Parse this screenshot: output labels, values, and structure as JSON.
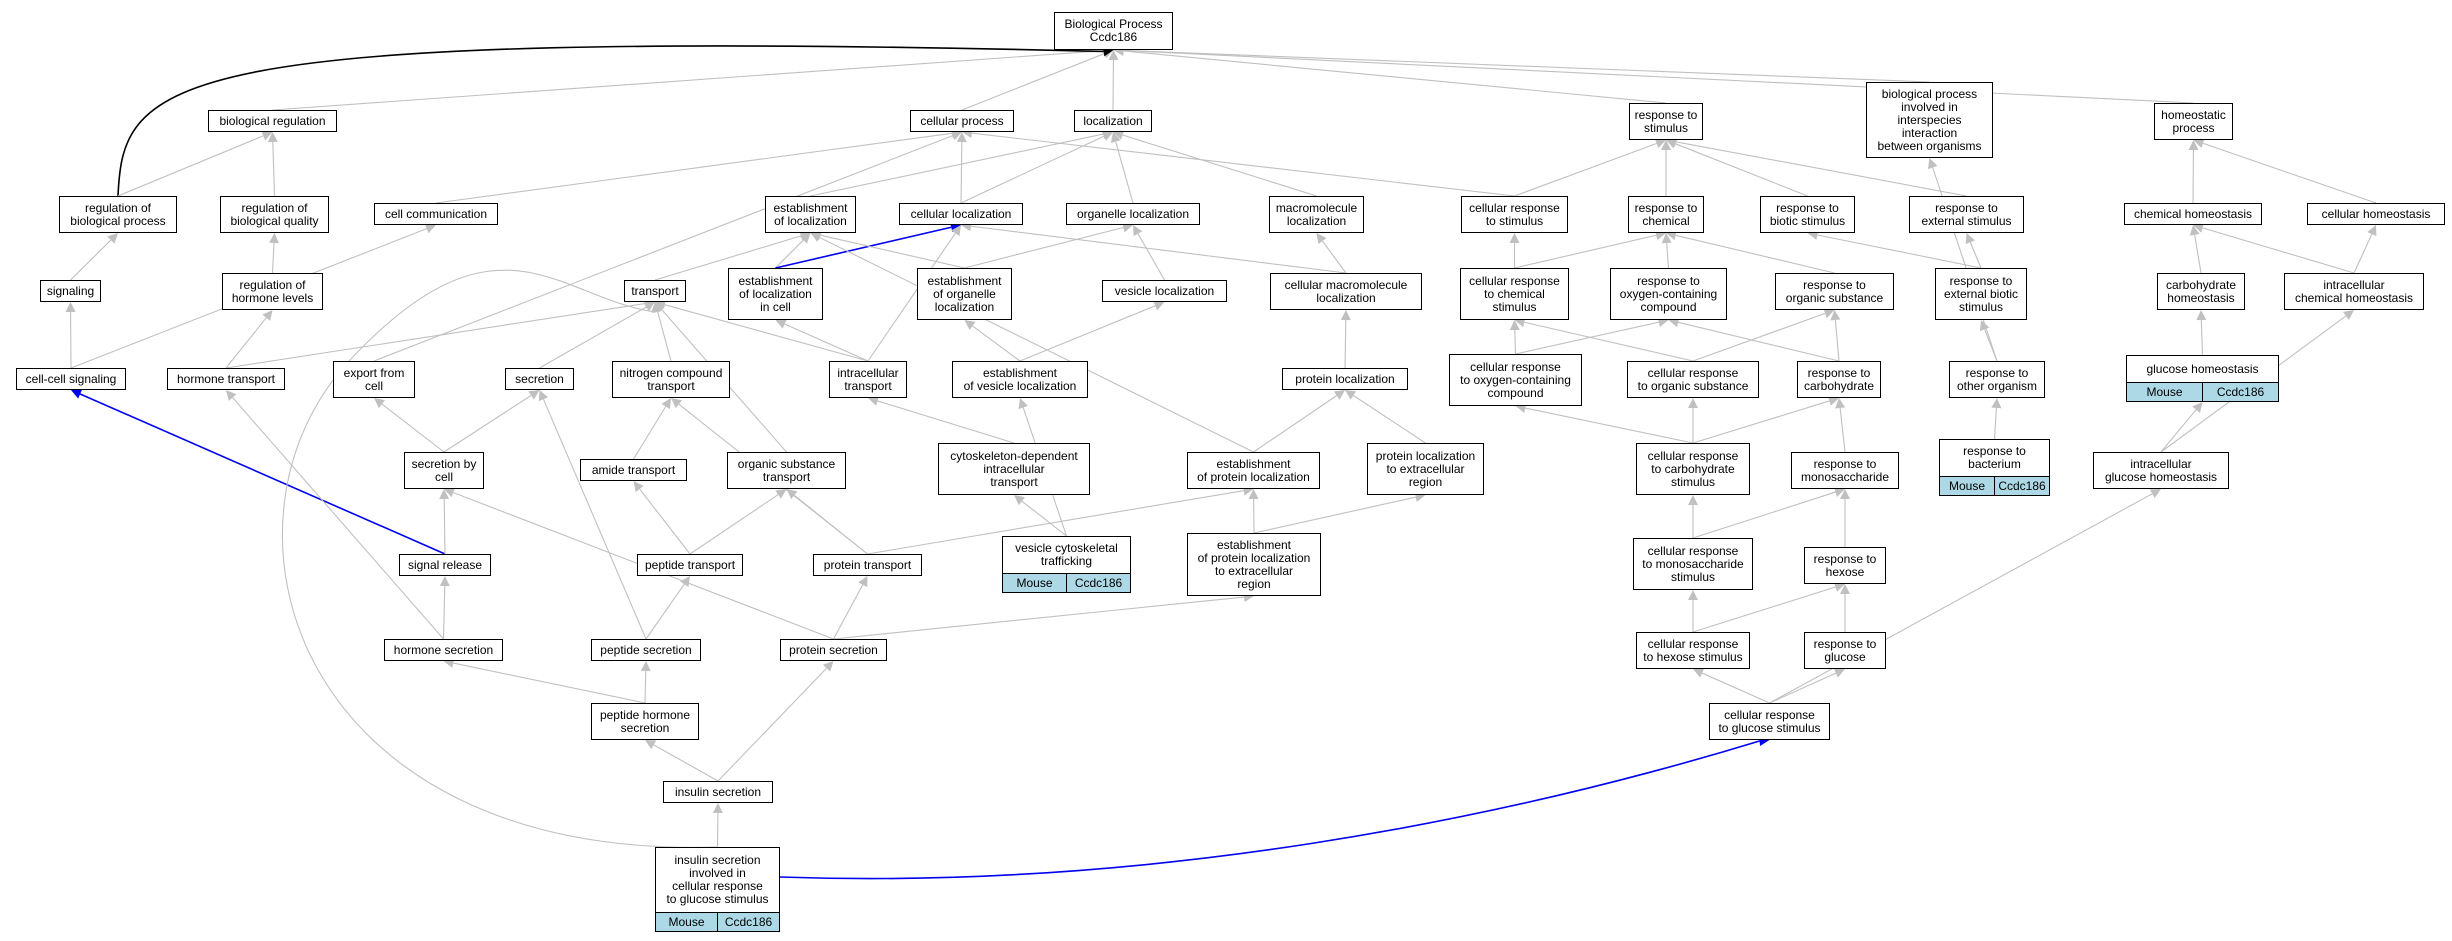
{
  "graph": {
    "colors": {
      "default_edge": "#c0c0c0",
      "black_edge": "#000000",
      "blue_edge": "#0000ee",
      "tag_fill": "#add8e6"
    },
    "nodes": [
      {
        "id": "bp",
        "label": "Biological Process\nCcdc186"
      },
      {
        "id": "bioreg",
        "label": "biological regulation"
      },
      {
        "id": "cellproc",
        "label": "cellular process"
      },
      {
        "id": "loc",
        "label": "localization"
      },
      {
        "id": "respstim",
        "label": "response to\nstimulus"
      },
      {
        "id": "bpinter",
        "label": "biological process\ninvolved in\ninterspecies\ninteraction\nbetween organisms"
      },
      {
        "id": "homeo",
        "label": "homeostatic\nprocess"
      },
      {
        "id": "regbp",
        "label": "regulation of\nbiological process"
      },
      {
        "id": "regbq",
        "label": "regulation of\nbiological quality"
      },
      {
        "id": "cellcomm",
        "label": "cell communication"
      },
      {
        "id": "estloc",
        "label": "establishment\nof localization"
      },
      {
        "id": "cellloc",
        "label": "cellular localization"
      },
      {
        "id": "orgloc",
        "label": "organelle localization"
      },
      {
        "id": "macroloc",
        "label": "macromolecule\nlocalization"
      },
      {
        "id": "cellrespstim",
        "label": "cellular response\nto stimulus"
      },
      {
        "id": "respchem",
        "label": "response to\nchemical"
      },
      {
        "id": "respbiotic",
        "label": "response to\nbiotic stimulus"
      },
      {
        "id": "respext",
        "label": "response to\nexternal stimulus"
      },
      {
        "id": "chemhomeo",
        "label": "chemical homeostasis"
      },
      {
        "id": "cellhomeo",
        "label": "cellular homeostasis"
      },
      {
        "id": "signaling",
        "label": "signaling"
      },
      {
        "id": "reghorm",
        "label": "regulation of\nhormone levels"
      },
      {
        "id": "transport",
        "label": "transport"
      },
      {
        "id": "estlocincell",
        "label": "establishment\nof localization\nin cell"
      },
      {
        "id": "estorgloc",
        "label": "establishment\nof organelle\nlocalization"
      },
      {
        "id": "vesloc",
        "label": "vesicle localization"
      },
      {
        "id": "cellmacroloc",
        "label": "cellular macromolecule\nlocalization"
      },
      {
        "id": "cellrespchem",
        "label": "cellular response\nto chemical\nstimulus"
      },
      {
        "id": "respoxy",
        "label": "response to\noxygen-containing\ncompound"
      },
      {
        "id": "resporg",
        "label": "response to\norganic substance"
      },
      {
        "id": "respextbiotic",
        "label": "response to\nexternal biotic\nstimulus"
      },
      {
        "id": "carbhomeo",
        "label": "carbohydrate\nhomeostasis"
      },
      {
        "id": "intrachem",
        "label": "intracellular\nchemical homeostasis"
      },
      {
        "id": "cellcellsig",
        "label": "cell-cell signaling"
      },
      {
        "id": "hormtrans",
        "label": "hormone transport"
      },
      {
        "id": "exportcell",
        "label": "export from\ncell"
      },
      {
        "id": "secretion",
        "label": "secretion"
      },
      {
        "id": "nitrogen",
        "label": "nitrogen compound\ntransport"
      },
      {
        "id": "intratrans",
        "label": "intracellular\ntransport"
      },
      {
        "id": "estvesloc",
        "label": "establishment\nof vesicle localization"
      },
      {
        "id": "protloc",
        "label": "protein localization"
      },
      {
        "id": "cellrespoxy",
        "label": "cellular response\nto oxygen-containing\ncompound"
      },
      {
        "id": "cellresporg",
        "label": "cellular response\nto organic substance"
      },
      {
        "id": "respcarb",
        "label": "response to\ncarbohydrate"
      },
      {
        "id": "respother",
        "label": "response to\nother organism"
      },
      {
        "id": "glucosehomeo",
        "label": "glucose homeostasis",
        "tag": [
          "Mouse",
          "Ccdc186"
        ]
      },
      {
        "id": "secbycell",
        "label": "secretion by\ncell"
      },
      {
        "id": "amide",
        "label": "amide transport"
      },
      {
        "id": "orgsubtrans",
        "label": "organic substance\ntransport"
      },
      {
        "id": "cytotrans",
        "label": "cytoskeleton-dependent\nintracellular\ntransport"
      },
      {
        "id": "estprotloc",
        "label": "establishment\nof protein localization"
      },
      {
        "id": "protlocext",
        "label": "protein localization\nto extracellular\nregion"
      },
      {
        "id": "cellrespcarb",
        "label": "cellular response\nto carbohydrate\nstimulus"
      },
      {
        "id": "respmono",
        "label": "response to\nmonosaccharide"
      },
      {
        "id": "respbact",
        "label": "response to\nbacterium",
        "tag": [
          "Mouse",
          "Ccdc186"
        ]
      },
      {
        "id": "intraglucose",
        "label": "intracellular\nglucose homeostasis"
      },
      {
        "id": "sigrelease",
        "label": "signal release"
      },
      {
        "id": "peptrans",
        "label": "peptide transport"
      },
      {
        "id": "prottrans",
        "label": "protein transport"
      },
      {
        "id": "vescyto",
        "label": "vesicle cytoskeletal\ntrafficking",
        "tag": [
          "Mouse",
          "Ccdc186"
        ]
      },
      {
        "id": "estprotlocext",
        "label": "establishment\nof protein localization\nto extracellular\nregion"
      },
      {
        "id": "cellrespmono",
        "label": "cellular response\nto monosaccharide\nstimulus"
      },
      {
        "id": "resphex",
        "label": "response to\nhexose"
      },
      {
        "id": "hormsec",
        "label": "hormone secretion"
      },
      {
        "id": "pepsec",
        "label": "peptide secretion"
      },
      {
        "id": "protsec",
        "label": "protein secretion"
      },
      {
        "id": "cellresphex",
        "label": "cellular response\nto hexose stimulus"
      },
      {
        "id": "respglu",
        "label": "response to\nglucose"
      },
      {
        "id": "pephormsec",
        "label": "peptide hormone\nsecretion"
      },
      {
        "id": "cellrespglu",
        "label": "cellular response\nto glucose stimulus"
      },
      {
        "id": "inssec",
        "label": "insulin secretion"
      },
      {
        "id": "inssecglu",
        "label": "insulin secretion\ninvolved in\ncellular response\nto glucose stimulus",
        "tag": [
          "Mouse",
          "Ccdc186"
        ]
      }
    ],
    "edges": [
      {
        "from": "bioreg",
        "to": "bp"
      },
      {
        "from": "cellproc",
        "to": "bp"
      },
      {
        "from": "loc",
        "to": "bp"
      },
      {
        "from": "respstim",
        "to": "bp"
      },
      {
        "from": "bpinter",
        "to": "bp"
      },
      {
        "from": "homeo",
        "to": "bp"
      },
      {
        "from": "regbp",
        "to": "bp",
        "color": "black"
      },
      {
        "from": "regbp",
        "to": "bioreg"
      },
      {
        "from": "regbq",
        "to": "bioreg"
      },
      {
        "from": "cellcomm",
        "to": "cellproc"
      },
      {
        "from": "estloc",
        "to": "loc"
      },
      {
        "from": "cellloc",
        "to": "cellproc"
      },
      {
        "from": "cellloc",
        "to": "loc"
      },
      {
        "from": "orgloc",
        "to": "loc"
      },
      {
        "from": "macroloc",
        "to": "loc"
      },
      {
        "from": "cellrespstim",
        "to": "cellproc"
      },
      {
        "from": "cellrespstim",
        "to": "respstim"
      },
      {
        "from": "respchem",
        "to": "respstim"
      },
      {
        "from": "respbiotic",
        "to": "respstim"
      },
      {
        "from": "respext",
        "to": "respstim"
      },
      {
        "from": "chemhomeo",
        "to": "homeo"
      },
      {
        "from": "cellhomeo",
        "to": "homeo"
      },
      {
        "from": "signaling",
        "to": "regbp"
      },
      {
        "from": "reghorm",
        "to": "regbq"
      },
      {
        "from": "transport",
        "to": "estloc"
      },
      {
        "from": "estlocincell",
        "to": "estloc"
      },
      {
        "from": "estlocincell",
        "to": "cellloc",
        "color": "blue"
      },
      {
        "from": "estorgloc",
        "to": "estloc"
      },
      {
        "from": "estorgloc",
        "to": "orgloc"
      },
      {
        "from": "vesloc",
        "to": "orgloc"
      },
      {
        "from": "cellmacroloc",
        "to": "cellloc"
      },
      {
        "from": "cellmacroloc",
        "to": "macroloc"
      },
      {
        "from": "cellrespchem",
        "to": "cellrespstim"
      },
      {
        "from": "cellrespchem",
        "to": "respchem"
      },
      {
        "from": "respoxy",
        "to": "respchem"
      },
      {
        "from": "resporg",
        "to": "respchem"
      },
      {
        "from": "respextbiotic",
        "to": "respbiotic"
      },
      {
        "from": "respextbiotic",
        "to": "respext"
      },
      {
        "from": "carbhomeo",
        "to": "chemhomeo"
      },
      {
        "from": "intrachem",
        "to": "chemhomeo"
      },
      {
        "from": "intrachem",
        "to": "cellhomeo"
      },
      {
        "from": "cellcellsig",
        "to": "signaling"
      },
      {
        "from": "cellcellsig",
        "to": "cellcomm"
      },
      {
        "from": "hormtrans",
        "to": "reghorm"
      },
      {
        "from": "hormtrans",
        "to": "transport"
      },
      {
        "from": "exportcell",
        "to": "cellproc"
      },
      {
        "from": "secretion",
        "to": "transport"
      },
      {
        "from": "nitrogen",
        "to": "transport"
      },
      {
        "from": "intratrans",
        "to": "transport"
      },
      {
        "from": "intratrans",
        "to": "estlocincell"
      },
      {
        "from": "intratrans",
        "to": "cellloc"
      },
      {
        "from": "estvesloc",
        "to": "estorgloc"
      },
      {
        "from": "estvesloc",
        "to": "vesloc"
      },
      {
        "from": "protloc",
        "to": "cellmacroloc"
      },
      {
        "from": "cellrespoxy",
        "to": "cellrespchem"
      },
      {
        "from": "cellrespoxy",
        "to": "respoxy"
      },
      {
        "from": "cellresporg",
        "to": "cellrespchem"
      },
      {
        "from": "cellresporg",
        "to": "resporg"
      },
      {
        "from": "respcarb",
        "to": "respoxy"
      },
      {
        "from": "respcarb",
        "to": "resporg"
      },
      {
        "from": "respother",
        "to": "respextbiotic"
      },
      {
        "from": "respother",
        "to": "bpinter"
      },
      {
        "from": "glucosehomeo",
        "to": "carbhomeo"
      },
      {
        "from": "secbycell",
        "to": "exportcell"
      },
      {
        "from": "secbycell",
        "to": "secretion"
      },
      {
        "from": "amide",
        "to": "nitrogen"
      },
      {
        "from": "orgsubtrans",
        "to": "transport"
      },
      {
        "from": "cytotrans",
        "to": "intratrans"
      },
      {
        "from": "estprotloc",
        "to": "protloc"
      },
      {
        "from": "estprotloc",
        "to": "estloc"
      },
      {
        "from": "protlocext",
        "to": "protloc"
      },
      {
        "from": "cellrespcarb",
        "to": "cellrespoxy"
      },
      {
        "from": "cellrespcarb",
        "to": "cellresporg"
      },
      {
        "from": "cellrespcarb",
        "to": "respcarb"
      },
      {
        "from": "respmono",
        "to": "respcarb"
      },
      {
        "from": "respbact",
        "to": "respother"
      },
      {
        "from": "intraglucose",
        "to": "glucosehomeo"
      },
      {
        "from": "intraglucose",
        "to": "intrachem"
      },
      {
        "from": "sigrelease",
        "to": "cellcellsig",
        "color": "blue"
      },
      {
        "from": "sigrelease",
        "to": "secbycell"
      },
      {
        "from": "peptrans",
        "to": "amide"
      },
      {
        "from": "peptrans",
        "to": "orgsubtrans"
      },
      {
        "from": "prottrans",
        "to": "orgsubtrans"
      },
      {
        "from": "prottrans",
        "to": "nitrogen"
      },
      {
        "from": "prottrans",
        "to": "estprotloc"
      },
      {
        "from": "vescyto",
        "to": "cytotrans"
      },
      {
        "from": "vescyto",
        "to": "estvesloc"
      },
      {
        "from": "estprotlocext",
        "to": "estprotloc"
      },
      {
        "from": "estprotlocext",
        "to": "protlocext"
      },
      {
        "from": "cellrespmono",
        "to": "cellrespcarb"
      },
      {
        "from": "cellrespmono",
        "to": "respmono"
      },
      {
        "from": "resphex",
        "to": "respmono"
      },
      {
        "from": "hormsec",
        "to": "sigrelease"
      },
      {
        "from": "hormsec",
        "to": "hormtrans"
      },
      {
        "from": "pepsec",
        "to": "peptrans"
      },
      {
        "from": "pepsec",
        "to": "secretion"
      },
      {
        "from": "protsec",
        "to": "prottrans"
      },
      {
        "from": "protsec",
        "to": "secbycell"
      },
      {
        "from": "protsec",
        "to": "estprotlocext"
      },
      {
        "from": "cellresphex",
        "to": "cellrespmono"
      },
      {
        "from": "cellresphex",
        "to": "resphex"
      },
      {
        "from": "respglu",
        "to": "resphex"
      },
      {
        "from": "pephormsec",
        "to": "pepsec"
      },
      {
        "from": "pephormsec",
        "to": "hormsec"
      },
      {
        "from": "cellrespglu",
        "to": "cellresphex"
      },
      {
        "from": "cellrespglu",
        "to": "respglu"
      },
      {
        "from": "cellrespglu",
        "to": "intraglucose"
      },
      {
        "from": "inssec",
        "to": "pephormsec"
      },
      {
        "from": "inssec",
        "to": "protsec"
      },
      {
        "from": "inssecglu",
        "to": "inssec"
      },
      {
        "from": "inssecglu",
        "to": "cellrespglu",
        "color": "blue"
      },
      {
        "from": "inssecglu",
        "to": "transport"
      }
    ]
  }
}
